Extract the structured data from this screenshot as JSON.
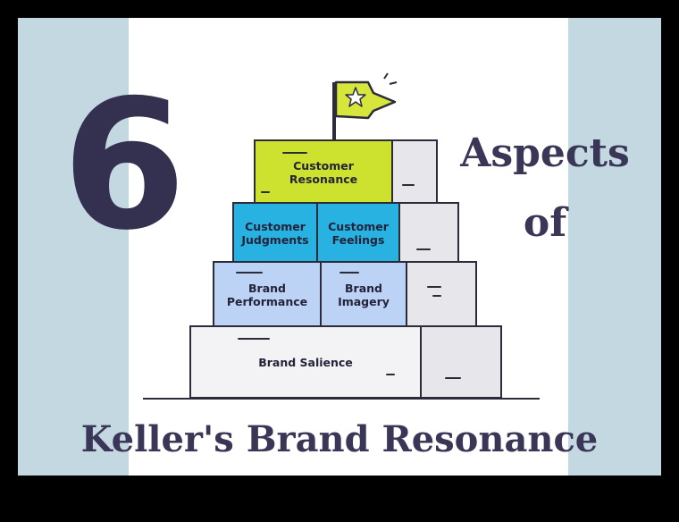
{
  "left_numeral": "6",
  "heading_right": {
    "line1": "Aspects",
    "line2": "of"
  },
  "bottom_title": "Keller's Brand Resonance",
  "pyramid": {
    "tier1": {
      "label": "Customer Resonance",
      "color": "#cde22e"
    },
    "tier2": [
      {
        "label": "Customer Judgments",
        "color": "#28b2e2"
      },
      {
        "label": "Customer Feelings",
        "color": "#28b2e2"
      }
    ],
    "tier3": [
      {
        "label": "Brand Performance",
        "color": "#bcd3f6"
      },
      {
        "label": "Brand Imagery",
        "color": "#bcd3f6"
      }
    ],
    "tier4": {
      "label": "Brand Salience",
      "color": "#f3f3f5"
    },
    "flag_icon": "star-flag-icon",
    "flag_color": "#d6e63c"
  },
  "colors": {
    "background_band": "#c3d8e1",
    "title_text": "#3a3657"
  }
}
